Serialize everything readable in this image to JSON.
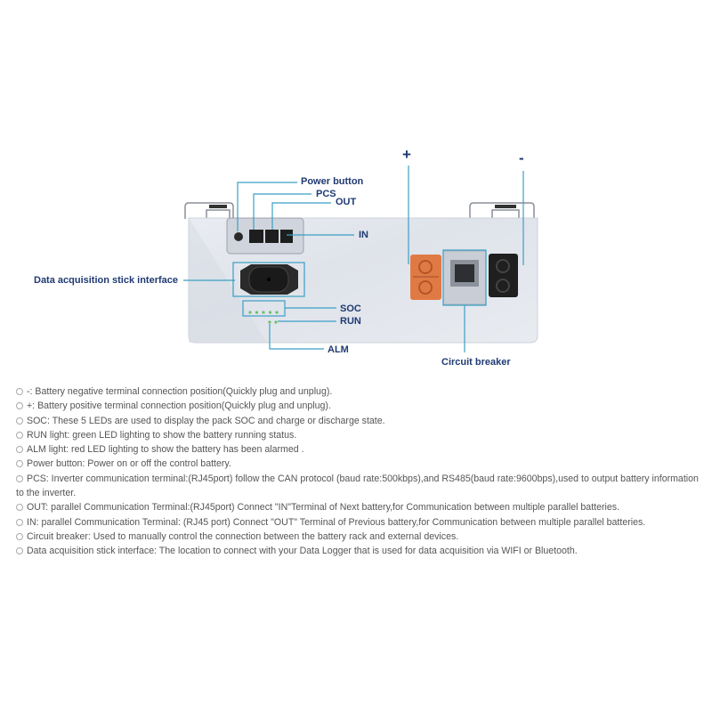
{
  "labels": {
    "power_button": "Power button",
    "pcs": "PCS",
    "out": "OUT",
    "in": "IN",
    "data_stick": "Data acquisition stick interface",
    "soc": "SOC",
    "run": "RUN",
    "alm": "ALM",
    "plus": "+",
    "minus": "-",
    "circuit_breaker": "Circuit breaker"
  },
  "notes": [
    "-: Battery negative terminal connection position(Quickly plug and unplug).",
    "+: Battery positive terminal connection position(Quickly plug and unplug).",
    "SOC: These 5 LEDs are used to display the pack SOC and charge or discharge state.",
    "RUN light: green LED lighting to show the battery running status.",
    "ALM light: red LED lighting to show the battery has been alarmed .",
    "Power button: Power on or off the control battery.",
    "PCS: Inverter communication terminal:(RJ45port) follow the CAN protocol (baud rate:500kbps),and RS485(baud rate:9600bps),used to output battery information to the inverter.",
    "OUT: parallel Communication Terminal:(RJ45port) Connect \"IN\"Terminal of Next battery,for Communication between multiple parallel batteries.",
    "IN: parallel Communication Terminal: (RJ45 port) Connect \"OUT\"   Terminal of Previous battery,for Communication between multiple parallel batteries.",
    "Circuit breaker: Used to manually control the connection between the battery rack and external devices.",
    "Data acquisition stick interface: The location to connect with your Data Logger that is used for data acquisition via WIFI  or Bluetooth."
  ],
  "colors": {
    "label": "#1f3a73",
    "leader": "#3a9fc4",
    "positive": "#e07a45",
    "led": "#6cc06a"
  }
}
